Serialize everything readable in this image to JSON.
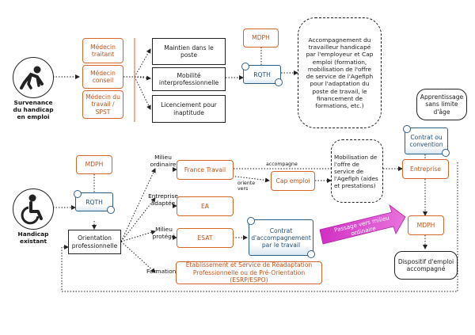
{
  "left": {
    "survenance": "Survenance du handicap en emploi",
    "handicap": "Handicap existant"
  },
  "top": {
    "medecin_traitant": "Médecin traitant",
    "medecin_conseil": "Médecin conseil",
    "medecin_travail": "Médecin du travail / SPST",
    "maintien": "Maintien dans le poste",
    "mobilite": "Mobilité interprofessionnelle",
    "licenciement": "Licenciement pour inaptitude",
    "mdph": "MDPH",
    "rqth": "RQTH",
    "accompagnement": "Accompagnement du travailleur handicapé par l'employeur et Cap emploi (formation, mobilisation de l'offre de service de l'Agefiph pour l'adaptation du poste de travail, le financement de formations, etc.)"
  },
  "bottom": {
    "mdph": "MDPH",
    "rqth": "RQTH",
    "orientation": "Orientation professionnelle",
    "milieu_ordinaire": "Milieu ordinaire",
    "entreprise_adaptee": "Entreprise adaptée",
    "milieu_protege": "Milieu protégé",
    "formation": "Formation",
    "france_travail": "France Travail",
    "cap_emploi": "Cap emploi",
    "ea": "EA",
    "esat": "ESAT",
    "esrp": "Établissement et Service de Réadaptation Professionnelle ou de Pré-Orientation (ESRP/ESPO)",
    "accompagne": "accompagne",
    "oriente_vers": "oriente vers",
    "mobilisation": "Mobilisation de l'offre de service de l'Agefiph (aides et prestations)",
    "contrat_convention": "Contrat ou convention",
    "apprentissage": "Apprentissage sans limite d'âge",
    "entreprise": "Entreprise",
    "contrat_accompagnement": "Contrat d'accompagnement par le travail",
    "passage": "Passage vers milieu ordinaire",
    "mdph_right": "MDPH",
    "dispositif": "Dispositif d'emploi accompagné"
  }
}
